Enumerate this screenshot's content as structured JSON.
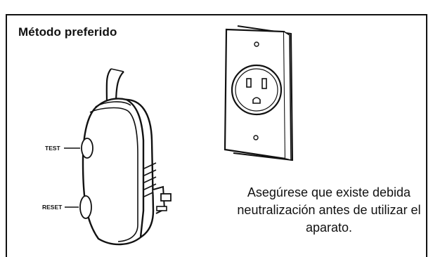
{
  "section": {
    "title": "Método preferido"
  },
  "device": {
    "test_label": "TEST",
    "reset_label": "RESET"
  },
  "outlet": {
    "icon": "grounded-outlet-icon"
  },
  "caption": {
    "line1": "Asegúrese que existe debida",
    "line2": "neutralización antes de utilizar el",
    "line3": "aparato."
  }
}
